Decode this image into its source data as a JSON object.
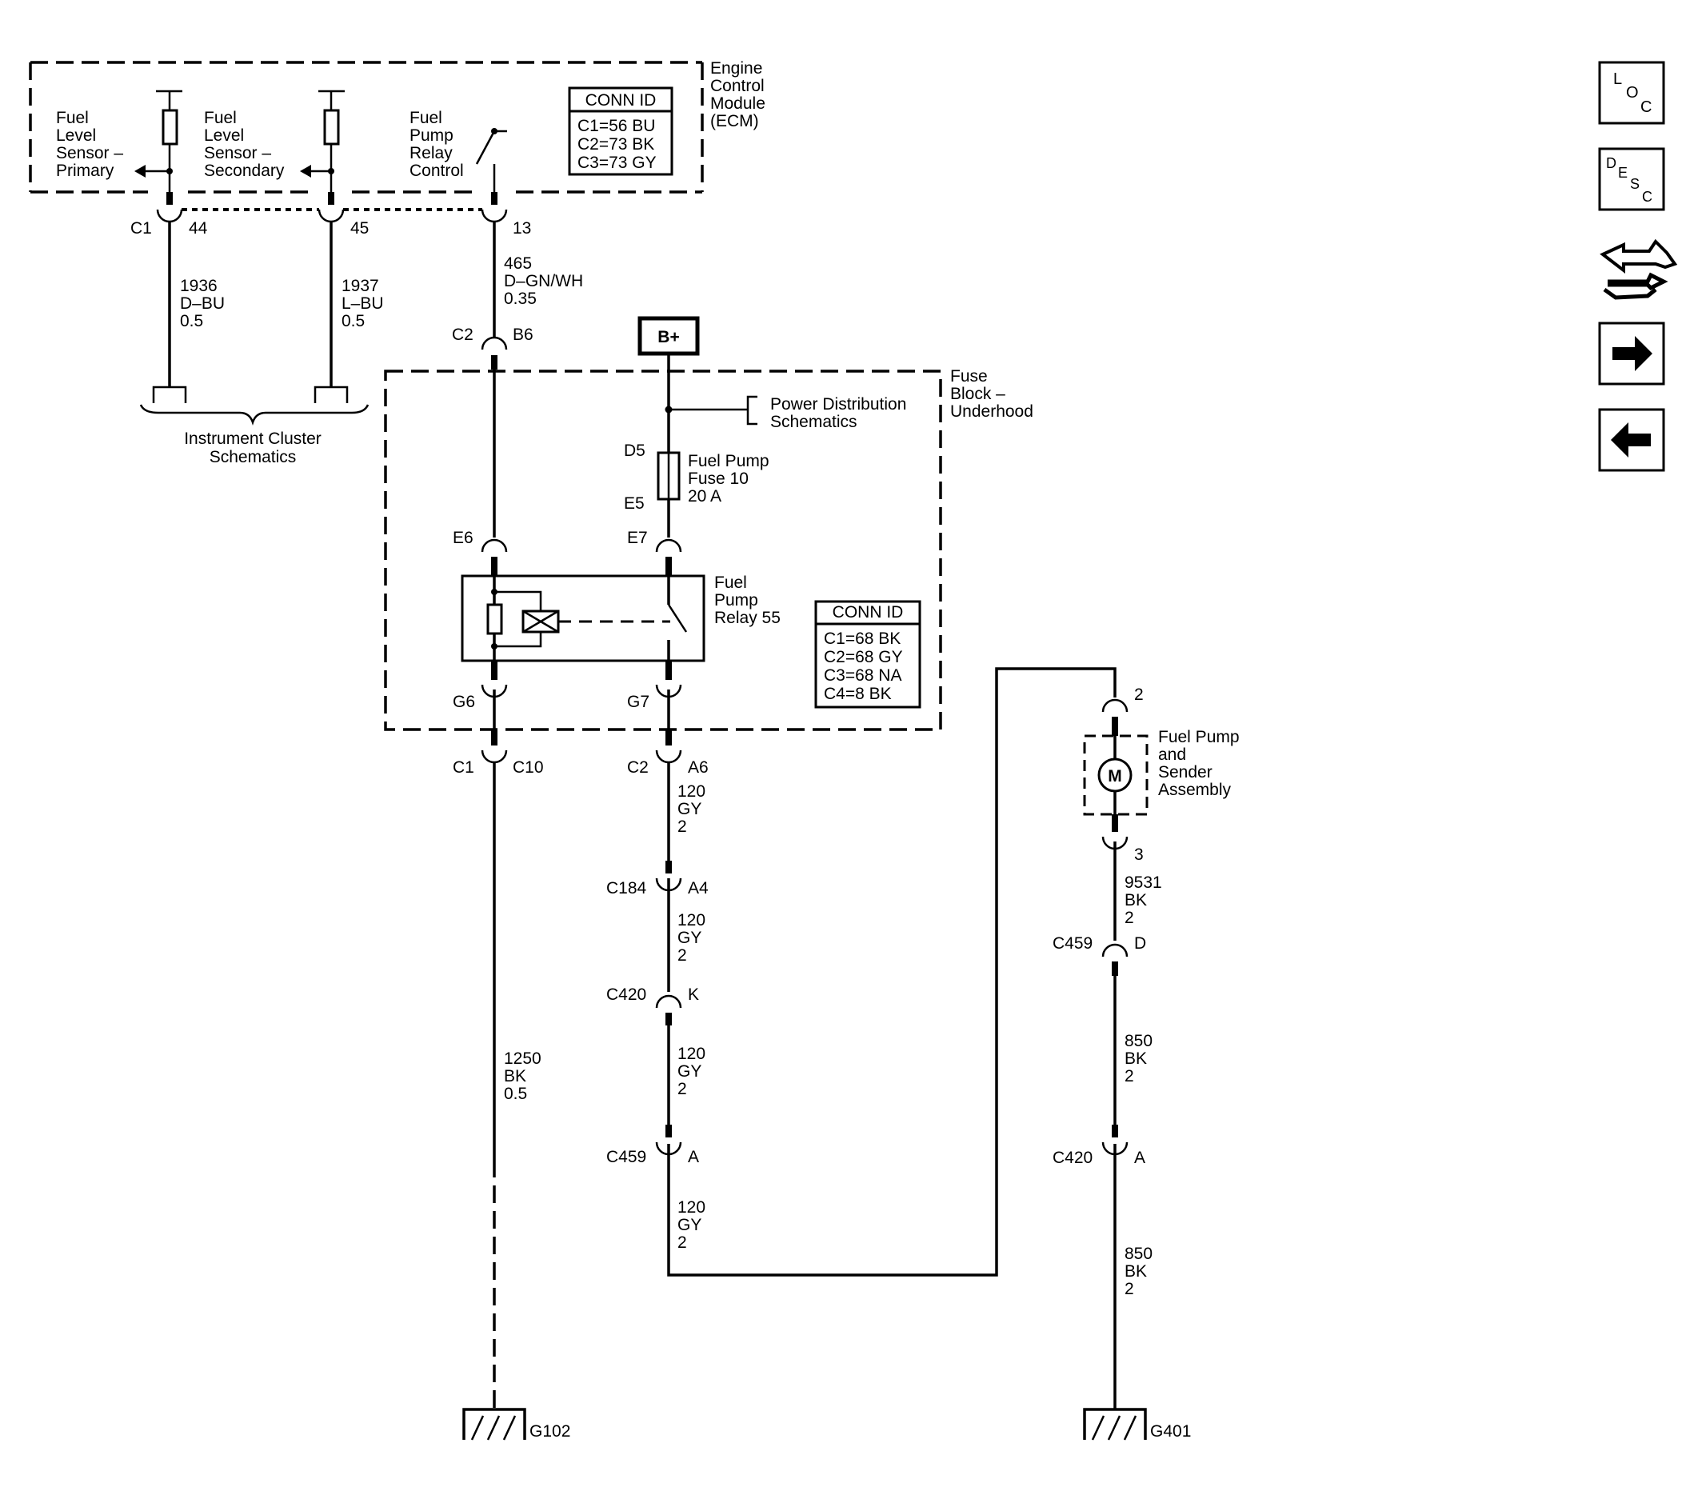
{
  "ecm": {
    "title": [
      "Engine",
      "Control",
      "Module",
      "(ECM)"
    ],
    "conn_id": {
      "header": "CONN ID",
      "rows": [
        "C1=56 BU",
        "C2=73 BK",
        "C3=73 GY"
      ]
    },
    "inputs": [
      [
        "Fuel",
        "Level",
        "Sensor –",
        "Primary"
      ],
      [
        "Fuel",
        "Level",
        "Sensor –",
        "Secondary"
      ],
      [
        "Fuel",
        "Pump",
        "Relay",
        "Control"
      ]
    ],
    "connector": "C1",
    "pins": [
      "44",
      "45",
      "13"
    ]
  },
  "wires": {
    "w1936": [
      "1936",
      "D–BU",
      "0.5"
    ],
    "w1937": [
      "1937",
      "L–BU",
      "0.5"
    ],
    "w465": [
      "465",
      "D–GN/WH",
      "0.35"
    ],
    "w120a": [
      "120",
      "GY",
      "2"
    ],
    "w120b": [
      "120",
      "GY",
      "2"
    ],
    "w120c": [
      "120",
      "GY",
      "2"
    ],
    "w120d": [
      "120",
      "GY",
      "2"
    ],
    "w1250": [
      "1250",
      "BK",
      "0.5"
    ],
    "w9531": [
      "9531",
      "BK",
      "2"
    ],
    "w850a": [
      "850",
      "BK",
      "2"
    ],
    "w850b": [
      "850",
      "BK",
      "2"
    ]
  },
  "instrument_cluster": [
    "Instrument Cluster",
    "Schematics"
  ],
  "fuse_block": {
    "title": [
      "Fuse",
      "Block –",
      "Underhood"
    ],
    "bplus": "B+",
    "power_dist": [
      "Power Distribution",
      "Schematics"
    ],
    "fuse": [
      "Fuel Pump",
      "Fuse 10",
      "20 A"
    ],
    "relay": [
      "Fuel",
      "Pump",
      "Relay 55"
    ],
    "conn_id": {
      "header": "CONN ID",
      "rows": [
        "C1=68 BK",
        "C2=68 GY",
        "C3=68 NA",
        "C4=8 BK"
      ]
    },
    "pins": {
      "c2": "C2",
      "b6": "B6",
      "d5": "D5",
      "e5": "E5",
      "e6": "E6",
      "e7": "E7",
      "g6": "G6",
      "g7": "G7"
    }
  },
  "connectors": {
    "c1": "C1",
    "c10": "C10",
    "c2": "C2",
    "a6": "A6",
    "c184": "C184",
    "a4": "A4",
    "c420": "C420",
    "k": "K",
    "c459": "C459",
    "a": "A",
    "c459r": "C459",
    "d": "D",
    "c420r": "C420",
    "ar": "A"
  },
  "fuel_pump": {
    "label": [
      "Fuel Pump",
      "and",
      "Sender",
      "Assembly"
    ],
    "motor": "M",
    "pin_top": "2",
    "pin_bottom": "3"
  },
  "grounds": {
    "left": "G102",
    "right": "G401"
  },
  "nav": {
    "loc": [
      "L",
      "O",
      "C"
    ],
    "desc": [
      "D",
      "E",
      "S",
      "C"
    ]
  }
}
